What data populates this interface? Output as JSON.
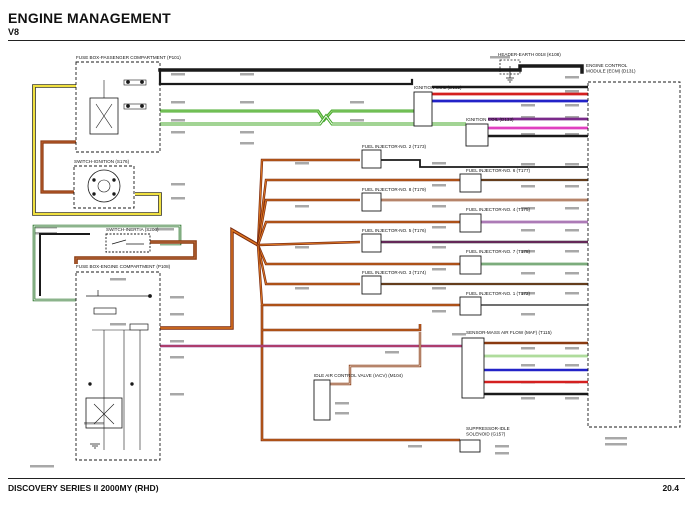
{
  "header": {
    "title": "ENGINE MANAGEMENT",
    "subtitle": "V8"
  },
  "footer": {
    "left": "DISCOVERY SERIES II 2000MY (RHD)",
    "right": "20.4"
  },
  "components": {
    "fuse_box_passenger": "FUSE BOX-PASSENGER COMPARTMENT (P101)",
    "header_earth": "HEADER-EARTH 0018 (K108)",
    "ecm": "ENGINE CONTROL MODULE (ECM) (D131)",
    "ignition_coil_1": "IGNITION COIL (D132)",
    "ignition_coil_2": "IGNITION COIL (D133)",
    "switch_ignition": "SWITCH-IGNITION (S176)",
    "inj2": "FUEL INJECTOR-NO. 2 (T173)",
    "inj6": "FUEL INJECTOR-NO. 6 (T177)",
    "inj8": "FUEL INJECTOR-NO. 8 (T179)",
    "inj4": "FUEL INJECTOR-NO. 4 (T175)",
    "inj5": "FUEL INJECTOR-NO. 5 (T176)",
    "inj7": "FUEL INJECTOR-NO. 7 (T178)",
    "inj3": "FUEL INJECTOR-NO. 3 (T174)",
    "inj1": "FUEL INJECTOR-NO. 1 (T172)",
    "switch_inertia": "SWITCH-INERTIA (S206)",
    "fuse_box_engine": "FUSE BOX-ENGINE COMPARTMENT (P108)",
    "maf": "SENSOR-MASS AIR FLOW (MAF) (T115)",
    "iacv": "IDLE AIR CONTROL VALVE (IACV) (M104)",
    "suppressor": "SUPPRESSOR-IDLE SOLENOID (G157)"
  },
  "colors": {
    "black": "#1a1a1a",
    "red": "#d42020",
    "blue": "#2323c8",
    "purple": "#7a2a8a",
    "pink": "#e040c0",
    "green": "#44a82a",
    "lightgreen": "#9ed67e",
    "yellow": "#f0e040",
    "brown": "#8a3a10",
    "orange": "#e07820",
    "white": "#ffffff",
    "grey": "#888888"
  }
}
